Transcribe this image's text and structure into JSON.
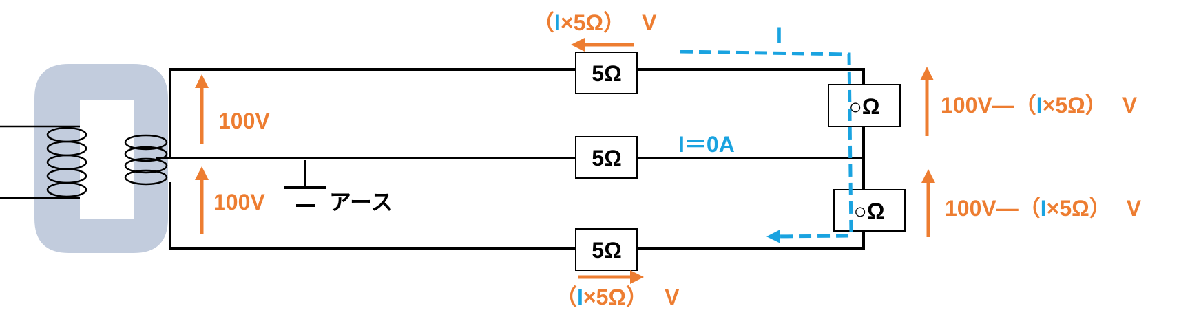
{
  "colors": {
    "voltage": "#ED7D31",
    "current": "#1AA3E0",
    "wire": "#000000",
    "core": "#C2CCDD"
  },
  "resistors": {
    "top": "5Ω",
    "middle": "5Ω",
    "bottom": "5Ω",
    "load_upper": "○Ω",
    "load_lower": "○Ω"
  },
  "voltage": {
    "upper_source": "100V",
    "lower_source": "100V",
    "top_drop": {
      "open": "（",
      "current": "I",
      "rest": "×5Ω）",
      "unit": "V"
    },
    "bottom_drop": {
      "open": "（",
      "current": "I",
      "rest": "×5Ω）",
      "unit": "V"
    },
    "load_upper": {
      "prefix": "100V―（",
      "current": "I",
      "rest": "×5Ω）",
      "unit": "V"
    },
    "load_lower": {
      "prefix": "100V―（",
      "current": "I",
      "rest": "×5Ω）",
      "unit": "V"
    }
  },
  "current": {
    "loop": "I",
    "neutral": "I＝0A"
  },
  "ground": {
    "label": "アース"
  }
}
